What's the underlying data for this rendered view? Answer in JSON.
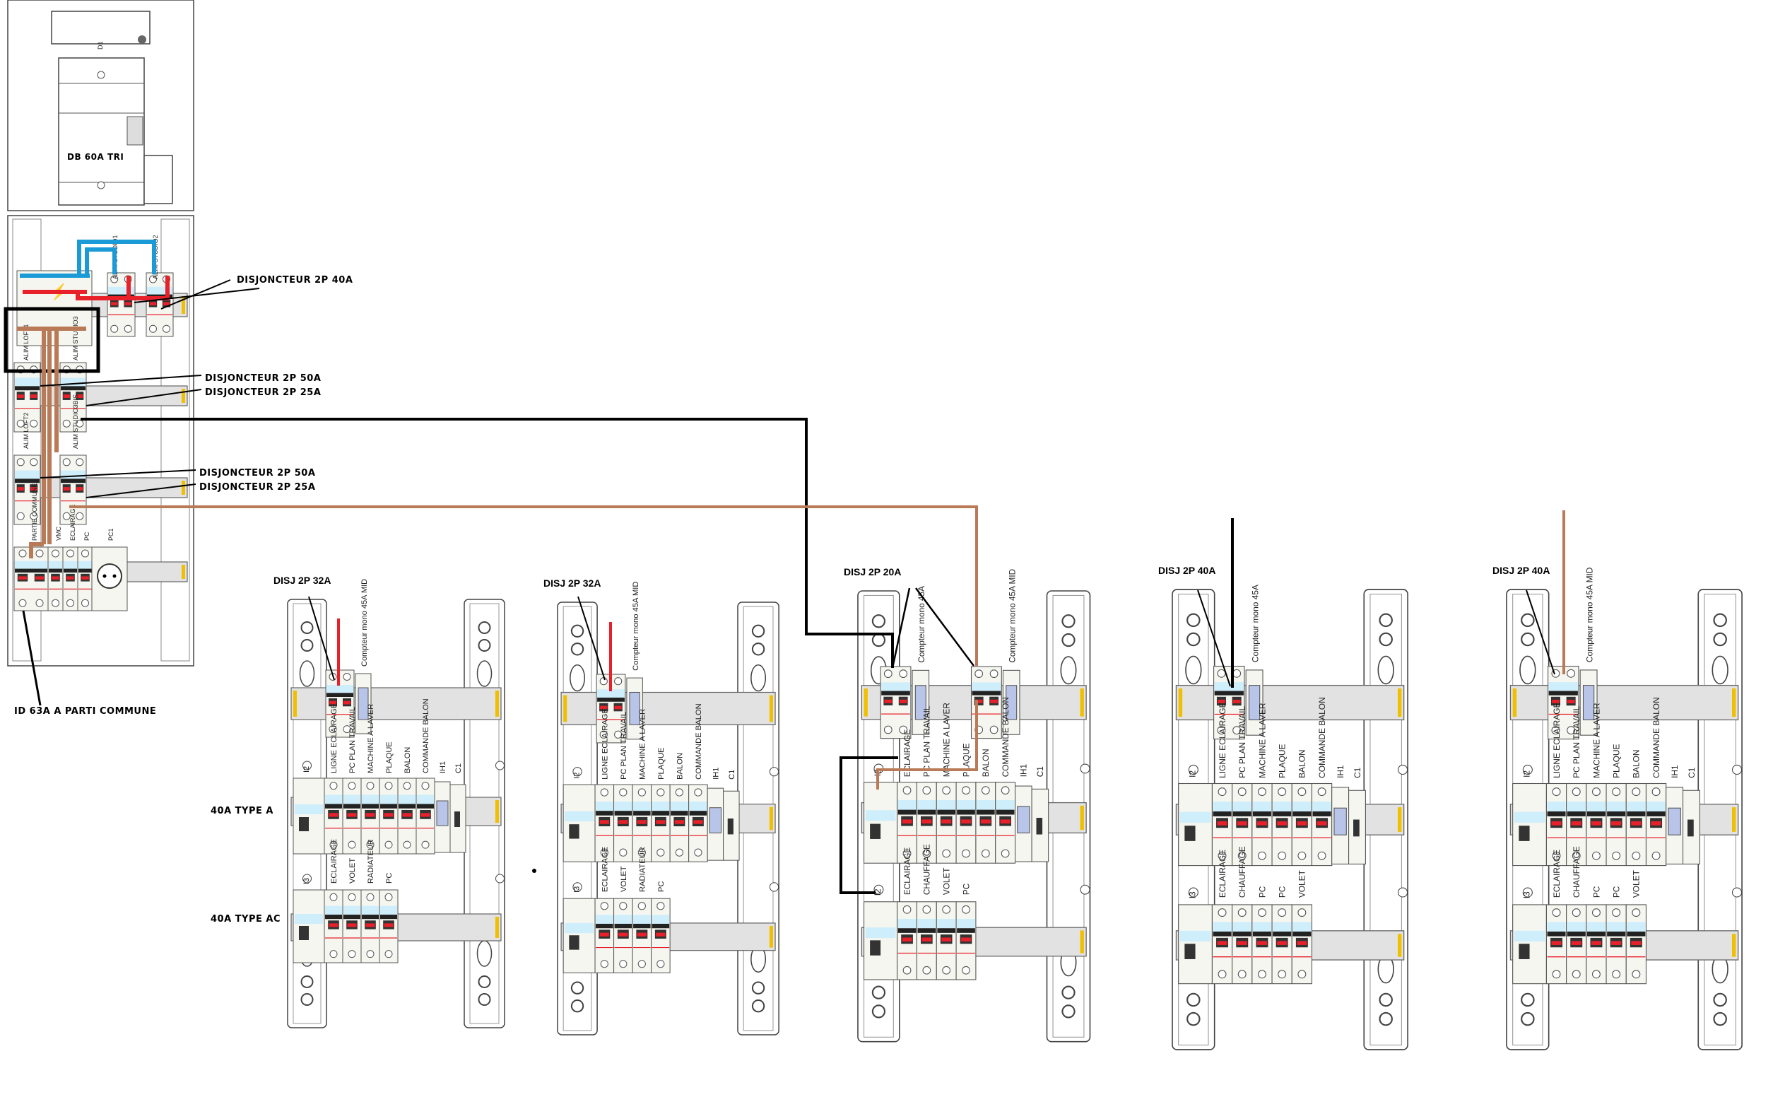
{
  "main_panel": {
    "breaker_id": "D1",
    "main_breaker_label": "DB 60A TRI",
    "circuit_labels": {
      "alim_studio1": "ALIM STUDIO1",
      "alim_studio2": "ALIM STUDIO2",
      "alim_loft1": "ALIM LOFT1",
      "alim_studio3": "ALIM STUDIO3",
      "alim_loft2": "ALIM LOFT2",
      "alim_studio3_bis": "ALIM STUDIO3BIS",
      "partie_commune": "PARTIE COMMUNE",
      "vmc": "VMC",
      "eclairage": "ECLAIRAGE",
      "pc": "PC",
      "pc1": "PC1"
    }
  },
  "annotations": {
    "disj_40a": "DISJONCTEUR 2P 40A",
    "disj_50a_1": "DISJONCTEUR 2P 50A",
    "disj_25a_1": "DISJONCTEUR 2P 25A",
    "disj_50a_2": "DISJONCTEUR 2P 50A",
    "disj_25a_2": "DISJONCTEUR 2P 25A",
    "id_63a": "ID 63A A PARTI COMMUNE",
    "type_a": "40A TYPE A",
    "type_ac": "40A TYPE AC"
  },
  "sub_panels": [
    {
      "title": "DISJ 2P 32A",
      "meters": [
        "Compteur mono 45A MID"
      ],
      "row2_id": "I2",
      "row2": [
        "LIGNE ECLAIRAGE",
        "PC PLAN TRAVAIL",
        "MACHINE A LAVER",
        "PLAQUE",
        "BALON",
        "COMMANDE BALON",
        "IH1",
        "C1"
      ],
      "row3_id": "I3",
      "row3": [
        "ECLAIRAGE",
        "VOLET",
        "RADIATEUR",
        "PC"
      ]
    },
    {
      "title": "DISJ 2P 32A",
      "meters": [
        "Compteur mono 45A MID"
      ],
      "row2_id": "I2",
      "row2": [
        "LIGNE ECLAIRAGE",
        "PC PLAN TRAVAIL",
        "MACHINE A LAVER",
        "PLAQUE",
        "BALON",
        "COMMANDE BALON",
        "IH1",
        "C1"
      ],
      "row3_id": "I3",
      "row3": [
        "ECLAIRAGE",
        "VOLET",
        "RADIATEUR",
        "PC"
      ]
    },
    {
      "title": "DISJ 2P 20A",
      "meters": [
        "Compteur mono 45A",
        "Compteur mono 45A MID"
      ],
      "row2_id": "I2",
      "row2": [
        "ECLAIRAGE",
        "PC PLAN TRAVAIL",
        "MACHINE A LAVER",
        "PLAQUE",
        "BALON",
        "COMMANDE BALON",
        "IH1",
        "C1"
      ],
      "row3_id": "I2",
      "row3": [
        "ECLAIRAGE",
        "CHAUFFAGE",
        "VOLET",
        "PC"
      ]
    },
    {
      "title": "DISJ 2P 40A",
      "meters": [
        "Compteur mono 45A"
      ],
      "row2_id": "I2",
      "row2": [
        "LIGNE ECLAIRAGE",
        "PC PLAN TRAVAIL",
        "MACHINE A LAVER",
        "PLAQUE",
        "BALON",
        "COMMANDE BALON",
        "IH1",
        "C1"
      ],
      "row3_id": "I3",
      "row3": [
        "ECLAIRAGE",
        "CHAUFFAGE",
        "PC",
        "PC",
        "VOLET"
      ]
    },
    {
      "title": "DISJ 2P 40A",
      "meters": [
        "Compteur mono 45A MID"
      ],
      "row2_id": "I2",
      "row2": [
        "LIGNE ECLAIRAGE",
        "PC PLAN TRAVAIL",
        "MACHINE A LAVER",
        "PLAQUE",
        "BALON",
        "COMMANDE BALON",
        "IH1",
        "C1"
      ],
      "row3_id": "I3",
      "row3": [
        "ECLAIRAGE",
        "CHAUFFAGE",
        "PC",
        "PC",
        "VOLET"
      ]
    }
  ],
  "colors": {
    "phase": "#e8202a",
    "neutral": "#1a9ad6",
    "wire_brown": "#b97a57",
    "wire_black": "#000000",
    "rail_tab": "#f0c000",
    "module_blue": "#cdeefa",
    "meter_display": "#b8c4e8"
  }
}
